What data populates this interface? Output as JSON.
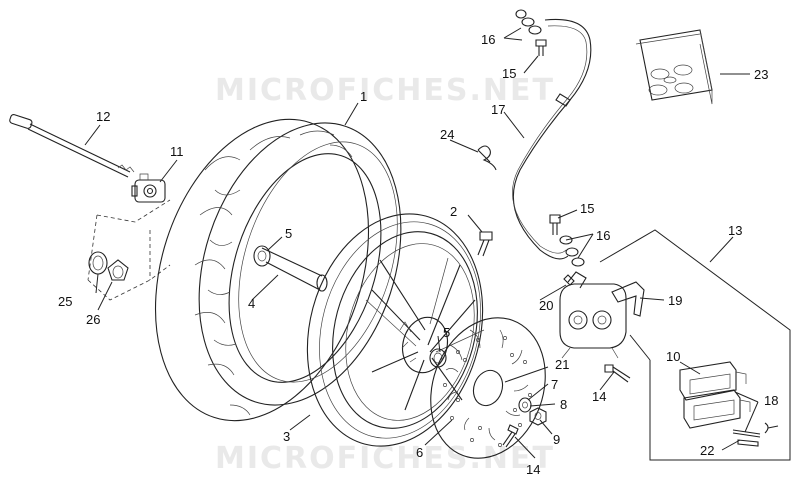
{
  "watermark": "MICROFICHES.NET",
  "callouts": {
    "c1": "1",
    "c2": "2",
    "c3": "3",
    "c4": "4",
    "c5a": "5",
    "c5b": "5",
    "c6": "6",
    "c7": "7",
    "c8": "8",
    "c9": "9",
    "c10": "10",
    "c11": "11",
    "c12": "12",
    "c13": "13",
    "c14a": "14",
    "c14b": "14",
    "c15a": "15",
    "c15b": "15",
    "c16a": "16",
    "c16b": "16",
    "c17": "17",
    "c18": "18",
    "c19": "19",
    "c20": "20",
    "c21": "21",
    "c22": "22",
    "c23": "23",
    "c24": "24",
    "c25": "25",
    "c26": "26"
  }
}
